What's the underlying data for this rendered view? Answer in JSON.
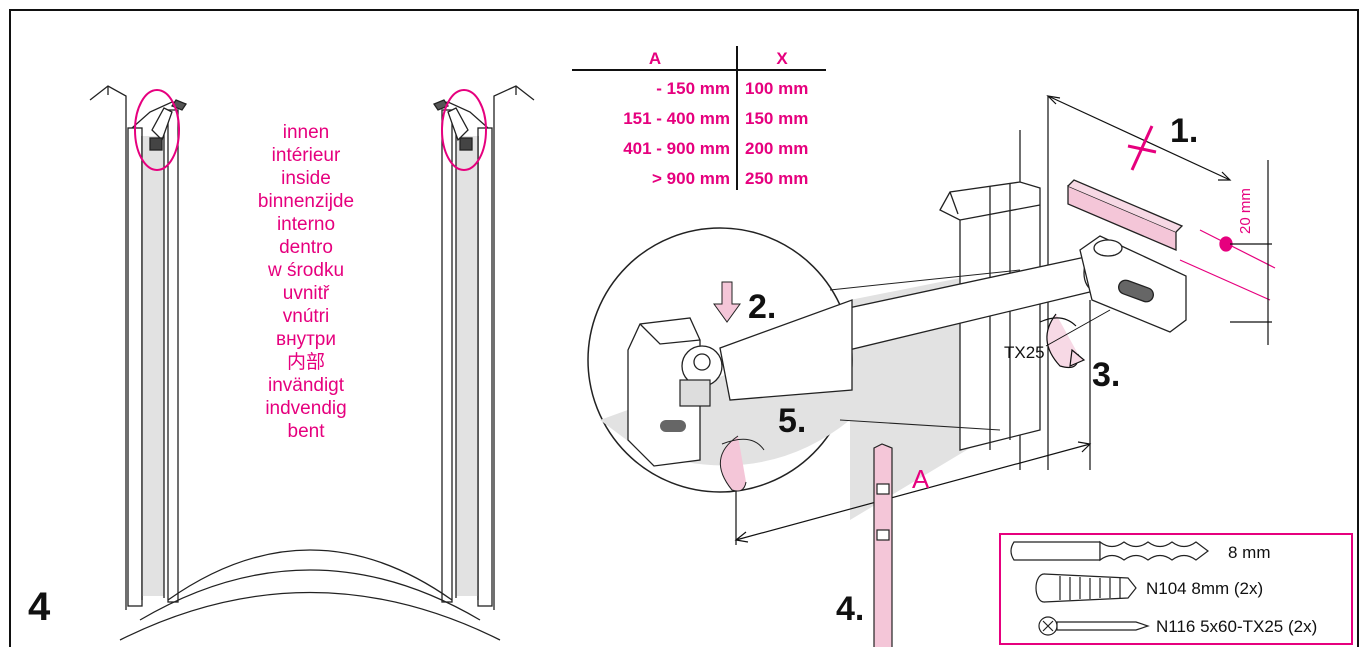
{
  "step_number": "4",
  "inside_labels": [
    "innen",
    "intérieur",
    "inside",
    "binnenzijde",
    "interno",
    "dentro",
    "w środku",
    "uvnitř",
    "vnútri",
    "внутри",
    "内部",
    "invändigt",
    "indvendig",
    "bent"
  ],
  "table": {
    "headers": [
      "A",
      "X"
    ],
    "rows": [
      [
        "- 150 mm",
        "100 mm"
      ],
      [
        "151 - 400 mm",
        "150 mm"
      ],
      [
        "401 - 900 mm",
        "200 mm"
      ],
      [
        "> 900 mm",
        "250 mm"
      ]
    ]
  },
  "steps": {
    "s1": "1.",
    "s2": "2.",
    "s3": "3.",
    "s4": "4.",
    "s5": "5."
  },
  "dimensions": {
    "x_label": "X",
    "a_label": "A",
    "height_label": "20 mm",
    "screw_label": "TX25"
  },
  "parts": {
    "drill": "8 mm",
    "anchor": "N104 8mm (2x)",
    "screw": "N116 5x60-TX25 (2x)"
  },
  "colors": {
    "accent": "#e6007e",
    "panel": "#e2e2e2",
    "line": "#1a1a1a",
    "level": "#f4c6d8"
  },
  "icons": [
    "drill-bit-icon",
    "wall-anchor-icon",
    "screw-icon",
    "rotate-arrow-icon",
    "down-arrow-icon"
  ]
}
